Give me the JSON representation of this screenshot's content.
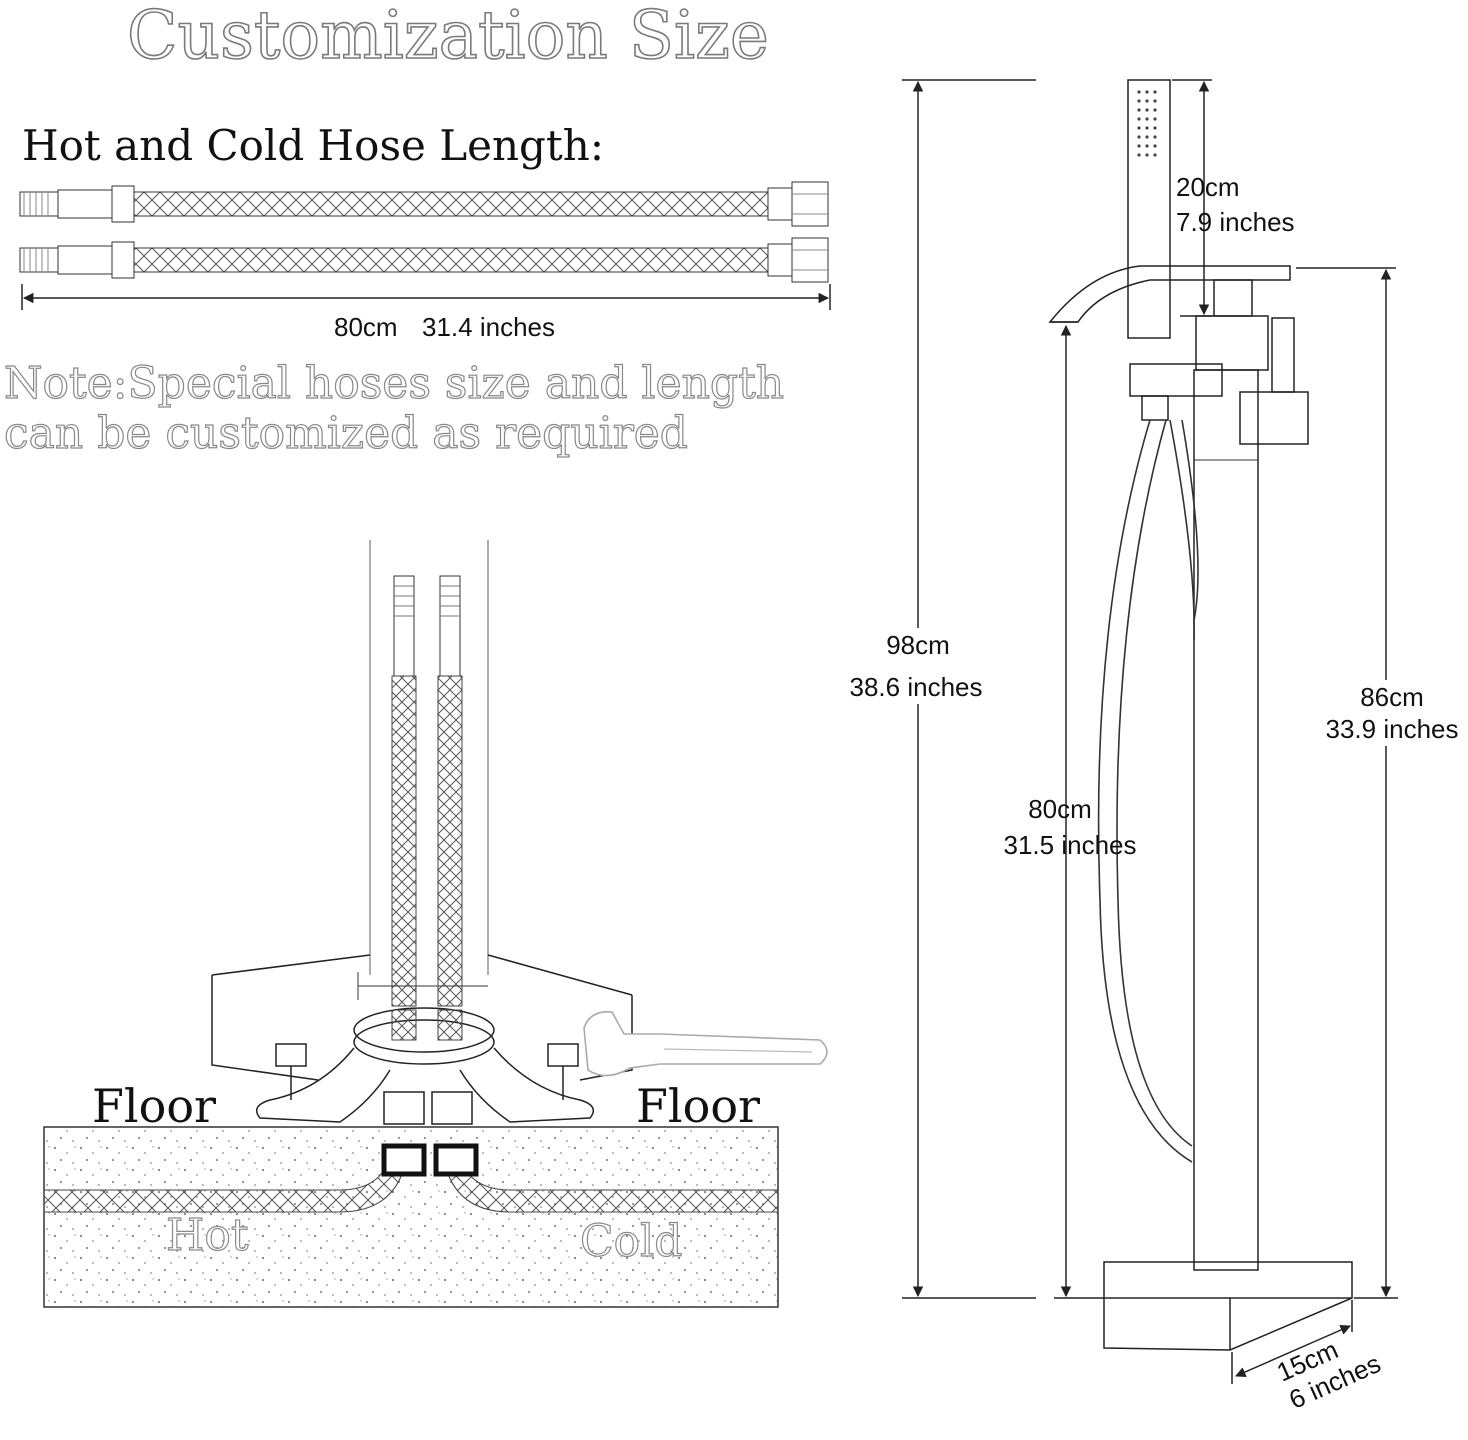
{
  "title": "Customization Size",
  "hose_heading": "Hot and Cold Hose Length:",
  "hose_length": {
    "cm": "80cm",
    "inches": "31.4 inches"
  },
  "note": {
    "line1": "Note:Special hoses size and length",
    "line2": "can be customized as required"
  },
  "floor_left": "Floor",
  "floor_right": "Floor",
  "pipe_hot": "Hot",
  "pipe_cold": "Cold",
  "dimensions": {
    "total_height": {
      "cm": "98cm",
      "inches": "38.6 inches"
    },
    "handshower": {
      "cm": "20cm",
      "inches": "7.9 inches"
    },
    "spout_height": {
      "cm": "80cm",
      "inches": "31.5 inches"
    },
    "body_height": {
      "cm": "86cm",
      "inches": "33.9 inches"
    },
    "base_width": {
      "cm": "15cm",
      "inches": "6 inches"
    }
  }
}
